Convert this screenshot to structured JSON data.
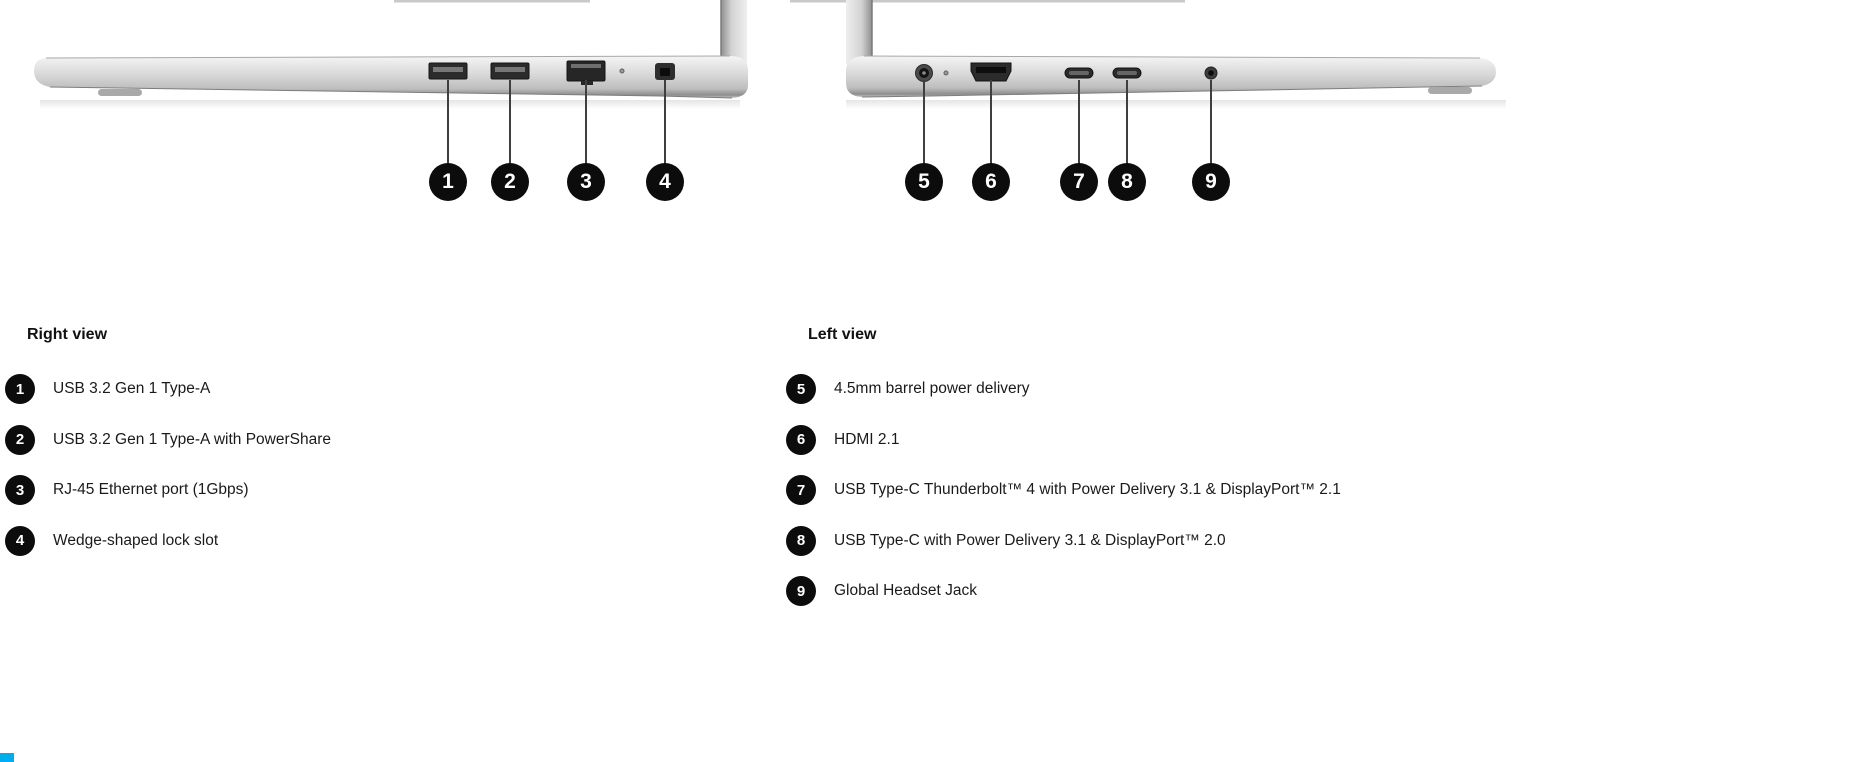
{
  "page": {
    "background": "#ffffff",
    "corner_mark_color": "#00aeef"
  },
  "diagram": {
    "callout_style": {
      "background": "#0c0c0c",
      "text_color": "#ffffff"
    },
    "laptop_colors": {
      "body_silver": "#d8d8d8",
      "port_dark": "#2b2b2b"
    },
    "right_view": {
      "callouts": [
        {
          "n": "1"
        },
        {
          "n": "2"
        },
        {
          "n": "3"
        },
        {
          "n": "4"
        }
      ],
      "port_icons": [
        "usb-a-port",
        "usb-a-port-powershare",
        "rj45-port",
        "lock-slot"
      ]
    },
    "left_view": {
      "callouts": [
        {
          "n": "5"
        },
        {
          "n": "6"
        },
        {
          "n": "7"
        },
        {
          "n": "8"
        },
        {
          "n": "9"
        }
      ],
      "port_icons": [
        "power-port",
        "hdmi-port",
        "usb-c-port",
        "usb-c-port",
        "headset-jack"
      ]
    }
  },
  "legend": {
    "right_view": {
      "title": "Right view",
      "items": [
        {
          "n": "1",
          "label": "USB 3.2 Gen 1 Type-A"
        },
        {
          "n": "2",
          "label": "USB 3.2 Gen 1 Type-A with PowerShare"
        },
        {
          "n": "3",
          "label": "RJ-45 Ethernet port (1Gbps)"
        },
        {
          "n": "4",
          "label": "Wedge-shaped lock slot"
        }
      ]
    },
    "left_view": {
      "title": "Left view",
      "items": [
        {
          "n": "5",
          "label": "4.5mm barrel power delivery"
        },
        {
          "n": "6",
          "label": "HDMI 2.1"
        },
        {
          "n": "7",
          "label": "USB Type-C Thunderbolt™ 4 with Power Delivery 3.1 & DisplayPort™ 2.1"
        },
        {
          "n": "8",
          "label": "USB Type-C with Power Delivery 3.1 & DisplayPort™ 2.0"
        },
        {
          "n": "9",
          "label": "Global Headset Jack"
        }
      ]
    }
  }
}
